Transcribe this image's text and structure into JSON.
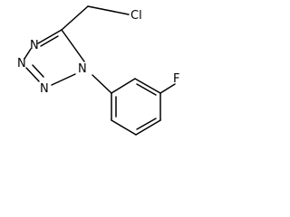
{
  "molecule": {
    "atoms": {
      "chlorine": "Cl",
      "fluorine": "F",
      "n_n1": "N",
      "n_n2": "N",
      "n_n3": "N",
      "n_n4": "N"
    }
  }
}
